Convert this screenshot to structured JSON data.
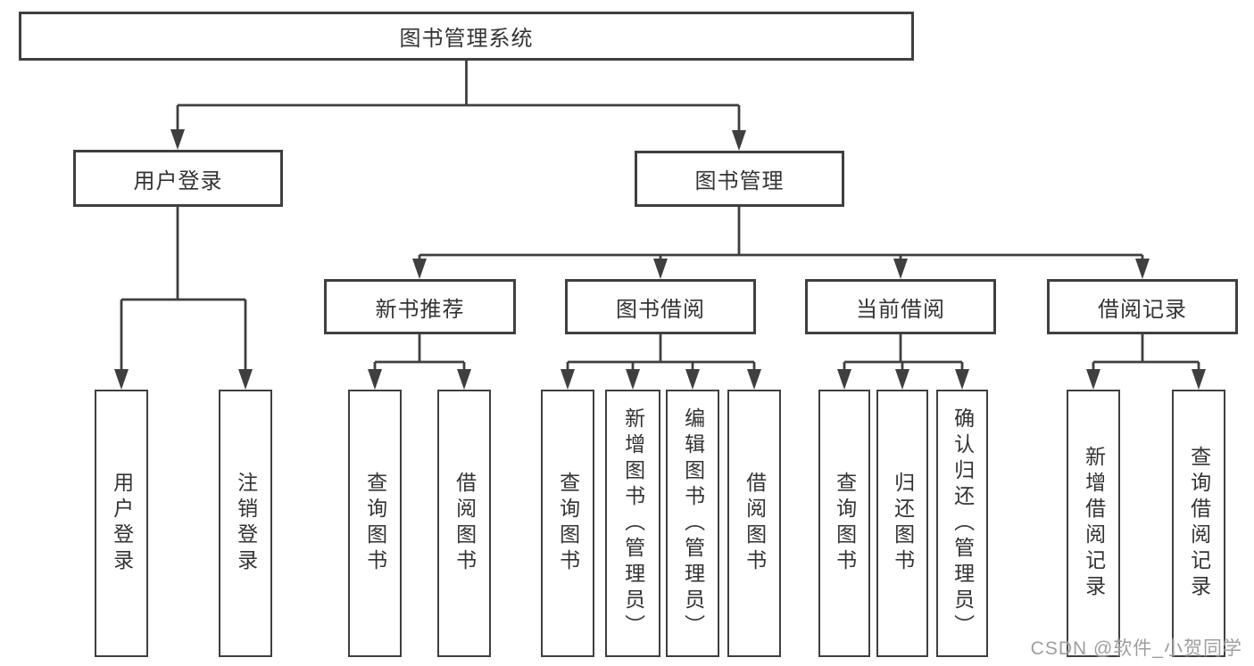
{
  "diagram": {
    "title": "图书管理系统",
    "branches": [
      {
        "label": "用户登录",
        "children": [
          {
            "label": "用户登录"
          },
          {
            "label": "注销登录"
          }
        ]
      },
      {
        "label": "图书管理",
        "children": [
          {
            "label": "新书推荐",
            "children": [
              {
                "label": "查询图书"
              },
              {
                "label": "借阅图书"
              }
            ]
          },
          {
            "label": "图书借阅",
            "children": [
              {
                "label": "查询图书"
              },
              {
                "label": "新增图书（管理员）"
              },
              {
                "label": "编辑图书（管理员）"
              },
              {
                "label": "借阅图书"
              }
            ]
          },
          {
            "label": "当前借阅",
            "children": [
              {
                "label": "查询图书"
              },
              {
                "label": "归还图书"
              },
              {
                "label": "确认归还（管理员）"
              }
            ]
          },
          {
            "label": "借阅记录",
            "children": [
              {
                "label": "新增借阅记录"
              },
              {
                "label": "查询借阅记录"
              }
            ]
          }
        ]
      }
    ]
  },
  "watermark": {
    "text": "CSDN @软件_小贺同学"
  },
  "colors": {
    "line": "#3f3f3f",
    "box_border": "#3f3f3f",
    "text": "#333333",
    "background": "#ffffff",
    "watermark": "#969696"
  }
}
